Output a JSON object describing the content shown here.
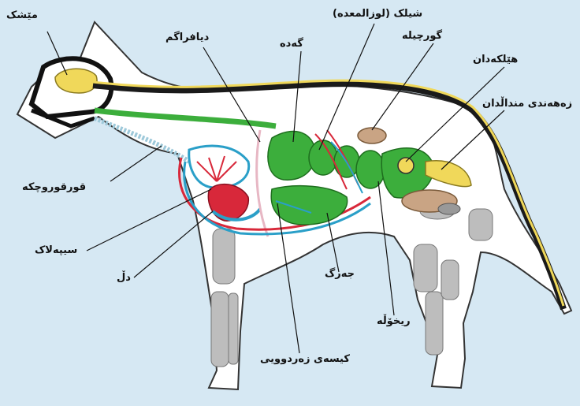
{
  "labels": {
    "brain": "مێشک",
    "diaphragm": "دیافراگم",
    "stomach": "گەدە",
    "pylorus": "شیلک (لوزالمعده)",
    "kidney": "گورچیلە",
    "ovary": "هێلکەدان",
    "uterus": "زەهەندی منداڵدان",
    "trachea": "قورقوروچکە",
    "lung": "سیپەلاک",
    "heart": "دڵ",
    "liver": "جەرگ",
    "intestine": "ریخۆڵە",
    "gallbladder": "کیسەی زەردوویی"
  },
  "colors": {
    "background": "#d6e8f3",
    "body": "#ffffff",
    "skeleton": "#bdbdbd",
    "brain": "#f0d85a",
    "digestive": "#3cae3c",
    "arteries": "#d8283a",
    "veins": "#2a9fc8",
    "kidney": "#c9a484",
    "spine": "#1a1a1a"
  }
}
